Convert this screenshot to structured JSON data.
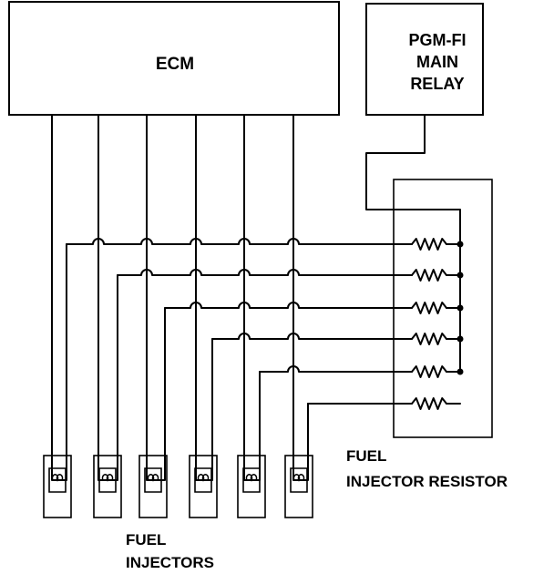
{
  "ecm": {
    "label": "ECM"
  },
  "relay": {
    "line1": "PGM-FI",
    "line2": "MAIN",
    "line3": "RELAY"
  },
  "resistor_block": {
    "line1": "FUEL",
    "line2": "INJECTOR RESISTOR"
  },
  "injectors": {
    "line1": "FUEL",
    "line2": "INJECTORS",
    "count": 6
  },
  "colors": {
    "ink": "#000000",
    "paper": "#ffffff"
  }
}
